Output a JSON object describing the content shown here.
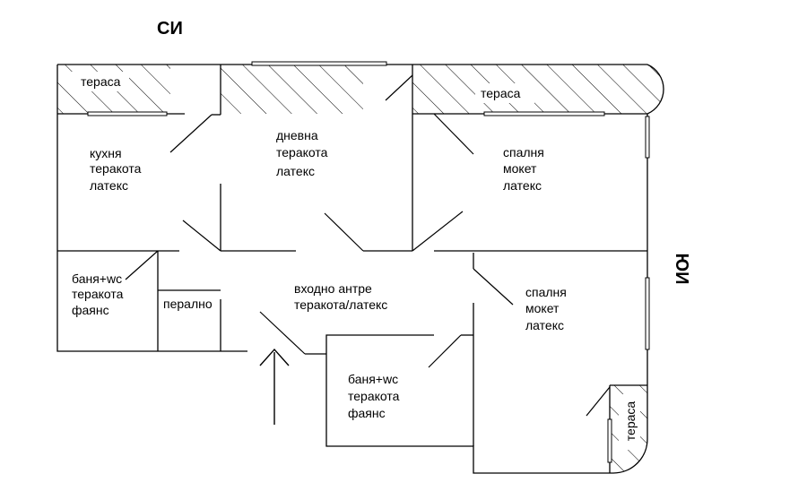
{
  "orientation": {
    "north_east": "СИ",
    "south_east": "ЮИ"
  },
  "terraces": {
    "kitchen_terrace": "тераса",
    "bedroom_terrace": "тераса",
    "corner_terrace": "тераса"
  },
  "rooms": {
    "kitchen": {
      "name": "кухня",
      "floor": "теракота",
      "walls": "латекс"
    },
    "living": {
      "name": "дневна",
      "floor": "теракота",
      "walls": "латекс"
    },
    "bedroom1": {
      "name": "спалня",
      "floor": "мокет",
      "walls": "латекс"
    },
    "bath1": {
      "name": "баня+wc",
      "floor": "теракота",
      "walls": "фаянс"
    },
    "laundry": {
      "name": "перално"
    },
    "hall": {
      "name": "входно антре",
      "finish": "теракота/латекс"
    },
    "bedroom2": {
      "name": "спалня",
      "floor": "мокет",
      "walls": "латекс"
    },
    "bath2": {
      "name": "баня+wc",
      "floor": "теракота",
      "walls": "фаянс"
    }
  }
}
